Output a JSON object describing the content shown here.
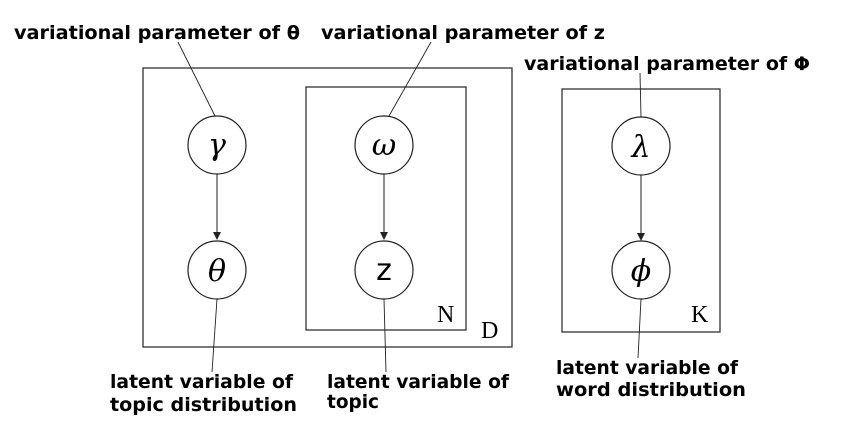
{
  "annotations": {
    "gamma_label": "variational parameter of θ",
    "omega_label": "variational parameter of z",
    "lambda_label": "variational parameter of Φ",
    "theta_label": [
      "latent variable of",
      "topic distribution"
    ],
    "z_label": [
      "latent variable of",
      "topic"
    ],
    "phi_label": [
      "latent variable of",
      "word distribution"
    ]
  },
  "nodes": {
    "gamma": "γ",
    "theta": "θ",
    "omega": "ω",
    "z": "z",
    "lambda": "λ",
    "phi": "ϕ"
  },
  "plates": {
    "documents": "D",
    "words": "N",
    "topics": "K"
  }
}
